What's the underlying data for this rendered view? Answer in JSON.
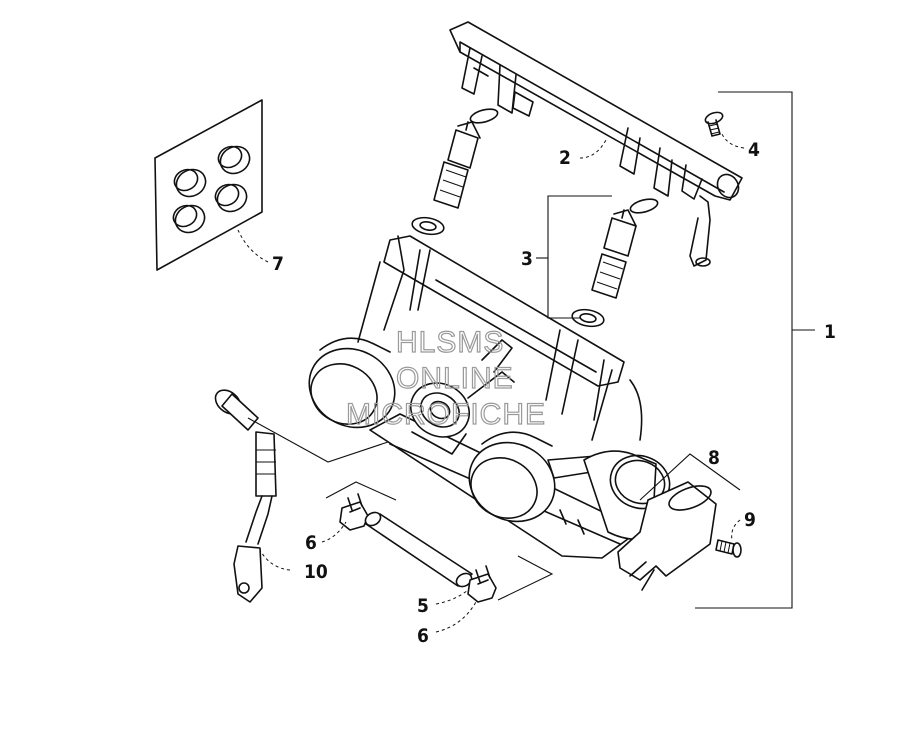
{
  "diagram": {
    "callouts": {
      "c1": "1",
      "c2": "2",
      "c3": "3",
      "c4": "4",
      "c5": "5",
      "c6a": "6",
      "c6b": "6",
      "c7": "7",
      "c8": "8",
      "c9": "9",
      "c10": "10"
    },
    "watermark": {
      "line1": "HLSMS",
      "line2": "ONLINE",
      "line3": "MICROFICHE"
    }
  }
}
